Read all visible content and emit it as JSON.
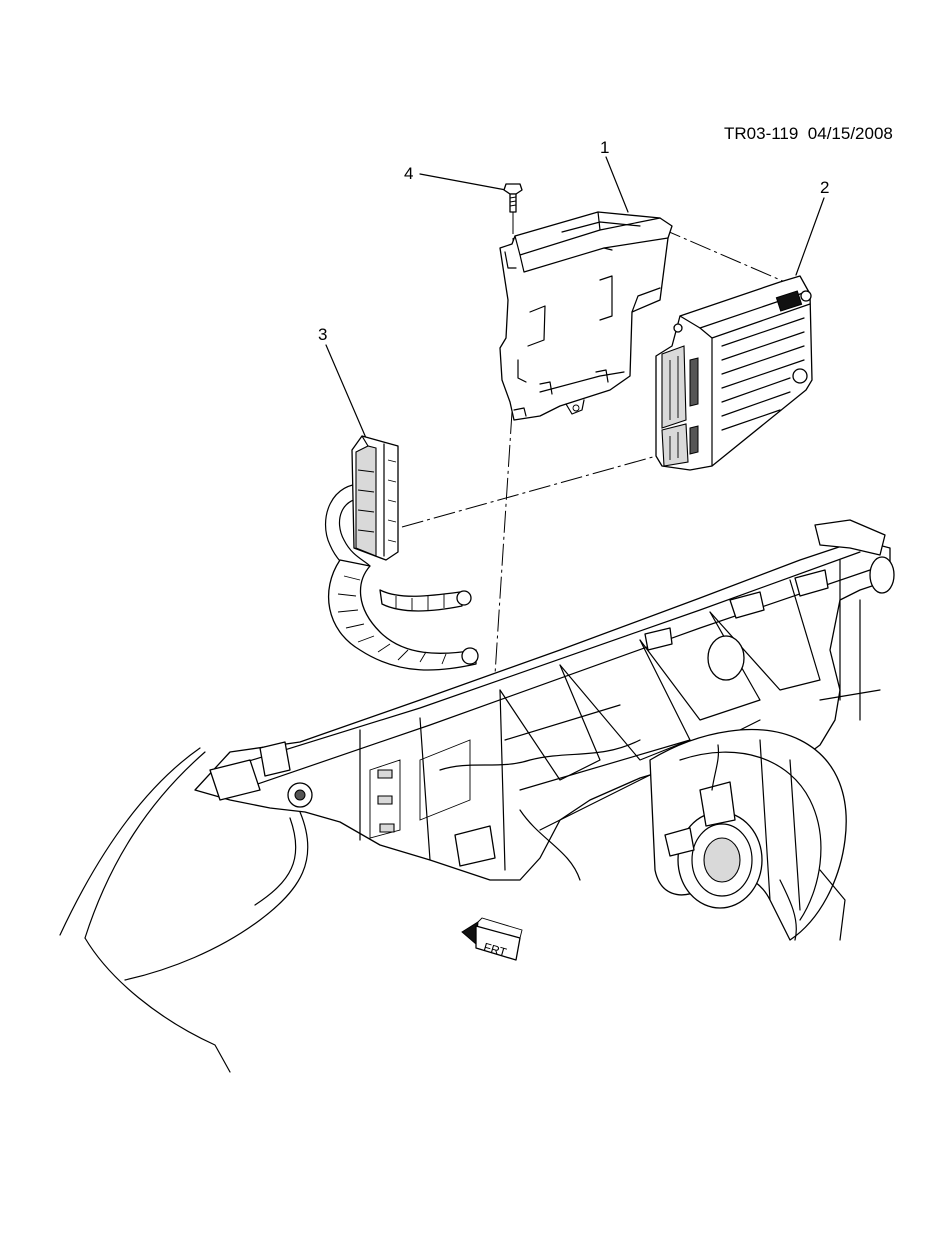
{
  "document": {
    "ref_number": "TR03-119",
    "date": "04/15/2008"
  },
  "callouts": [
    {
      "label": "1"
    },
    {
      "label": "2"
    },
    {
      "label": "3"
    },
    {
      "label": "4"
    }
  ],
  "direction_marker": {
    "label": "FRT",
    "icon": "front-arrow-icon"
  }
}
